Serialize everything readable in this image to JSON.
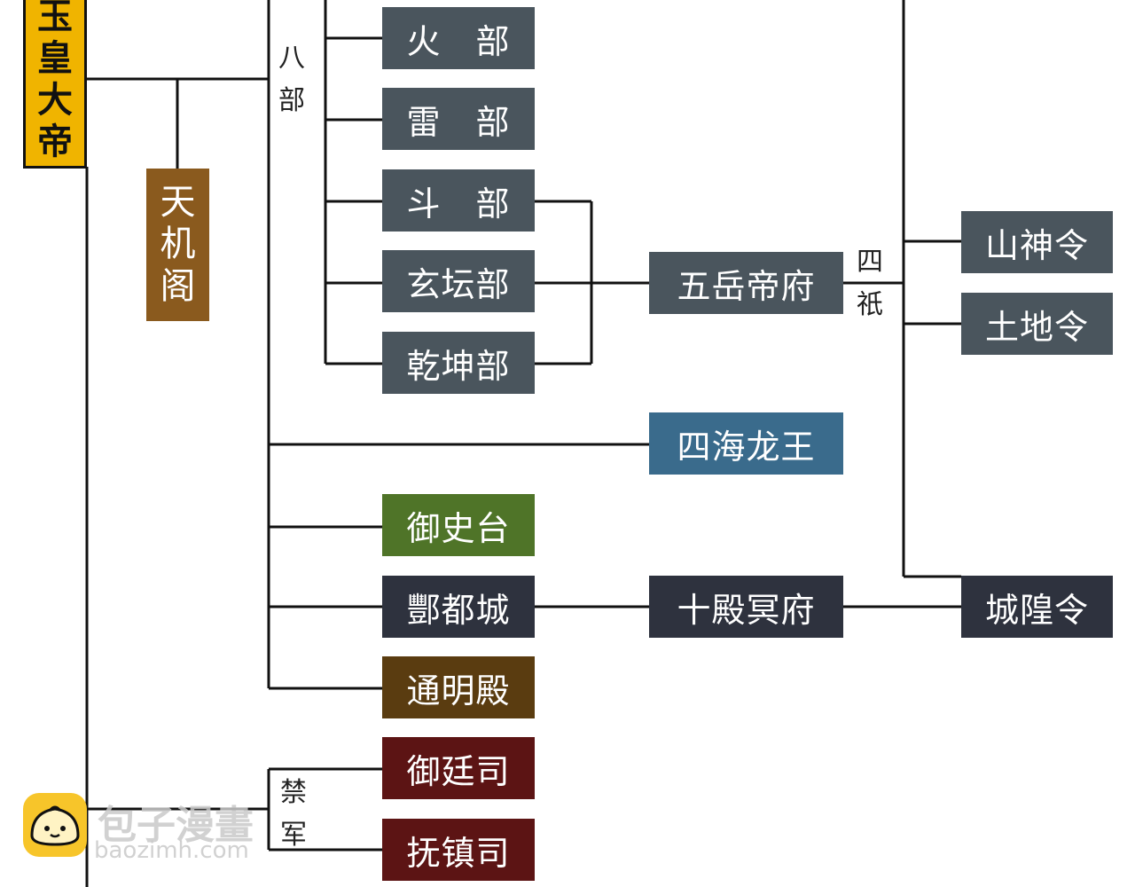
{
  "nodes": {
    "jade_emperor": [
      "玉",
      "皇",
      "大",
      "帝"
    ],
    "tianji_pavilion": [
      "天",
      "机",
      "阁"
    ],
    "fire_dept": "火　部",
    "thunder_dept": "雷　部",
    "dou_dept": "斗　部",
    "xuantan_dept": "玄坛部",
    "qiankun_dept": "乾坤部",
    "wuyue_palace": "五岳帝府",
    "mountain_god": "山神令",
    "earth_god": "土地令",
    "dragon_kings": "四海龙王",
    "censorate": "御史台",
    "fengdu_city": "酆都城",
    "ten_halls": "十殿冥府",
    "city_god": "城隍令",
    "tongming_hall": "通明殿",
    "yuting_office": "御廷司",
    "fuzhen_office": "抚镇司"
  },
  "labels": {
    "eight_depts": [
      "八",
      "部"
    ],
    "four_deities": [
      "四",
      "祇"
    ],
    "imperial_guard": [
      "禁",
      "军"
    ]
  },
  "watermark": {
    "name": "包子漫畫",
    "url": "baozimh.com"
  },
  "colors": {
    "emperor": "#f0b400",
    "tianji": "#8a5a1e",
    "slate": "#4a555d",
    "navy": "#2e323e",
    "blue": "#3a6b8c",
    "green": "#4f7428",
    "brown": "#5a3c10",
    "maroon": "#5c1414"
  }
}
